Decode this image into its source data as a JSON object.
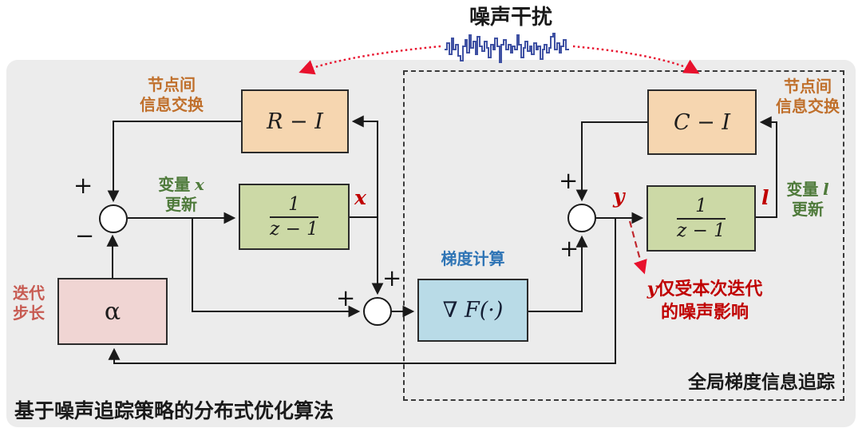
{
  "noise": {
    "title": "噪声干扰"
  },
  "captions": {
    "outer": "基于噪声追踪策略的分布式优化算法",
    "tracking_box": "全局梯度信息追踪"
  },
  "blocks": {
    "r_minus_i": {
      "label": "R − I"
    },
    "c_minus_i": {
      "label": "C − I"
    },
    "integrator_x": {
      "numerator": "1",
      "denominator": "z − 1"
    },
    "integrator_l": {
      "numerator": "1",
      "denominator": "z − 1"
    },
    "alpha": {
      "label": "α"
    },
    "gradient": {
      "label": "∇ F(·)"
    }
  },
  "labels": {
    "exchange_left": {
      "line1": "节点间",
      "line2": "信息交换"
    },
    "exchange_right": {
      "line1": "节点间",
      "line2": "信息交换"
    },
    "var_x": {
      "text": "变量",
      "sym": "x",
      "line2": "更新"
    },
    "var_l": {
      "text": "变量",
      "sym": "l",
      "line2": "更新"
    },
    "step_size": {
      "line1": "迭代",
      "line2": "步长"
    },
    "gradient_calc": "梯度计算",
    "note_y": {
      "sym": "y",
      "line1_rest": "仅受本次迭代",
      "line2": "的噪声影响"
    }
  },
  "signals": {
    "x": "x",
    "y": "y",
    "l": "l"
  },
  "signs": {
    "sum_left_plus": "+",
    "sum_left_minus": "−",
    "sum_mid_top_plus": "+",
    "sum_mid_left_plus": "+",
    "sum_right_top_plus": "+",
    "sum_right_bottom_plus": "+"
  },
  "colors": {
    "exchange_block": "#f6d6b0",
    "integrator_block": "#ccd9a6",
    "alpha_block": "#f0d5d3",
    "gradient_block": "#b9dbe7",
    "orange_label": "#c0702c",
    "green_label": "#4e7a3a",
    "red_accent": "#c00000",
    "blue_label": "#2e74b5",
    "noise_wave": "#3f51a3",
    "panel_gray": "#ececec"
  }
}
